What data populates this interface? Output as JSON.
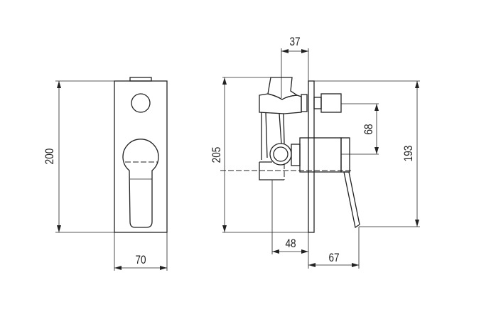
{
  "drawing": {
    "front_view": {
      "height_label": "200",
      "width_label": "70"
    },
    "side_view": {
      "top_offset_label": "37",
      "total_height_label": "205",
      "knob_spacing_label": "68",
      "lever_height_label": "193",
      "body_depth_label": "48",
      "lever_projection_label": "67"
    }
  }
}
